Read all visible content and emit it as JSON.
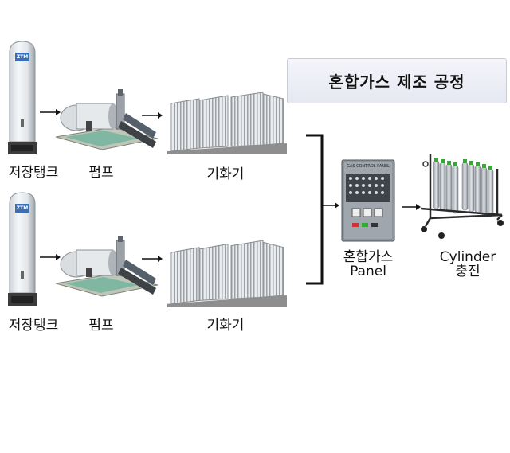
{
  "title": "혼합가스 제조 공정",
  "rows": [
    {
      "tank_label": "저장탱크",
      "pump_label": "펌프",
      "vaporizer_label": "기화기"
    },
    {
      "tank_label": "저장탱크",
      "pump_label": "펌프",
      "vaporizer_label": "기화기"
    }
  ],
  "panel": {
    "line1": "혼합가스",
    "line2": "Panel",
    "plate_text": "GAS CONTROL PANEL"
  },
  "cylinder": {
    "line1": "Cylinder",
    "line2": "충전"
  },
  "tank_badge": "ZTM"
}
